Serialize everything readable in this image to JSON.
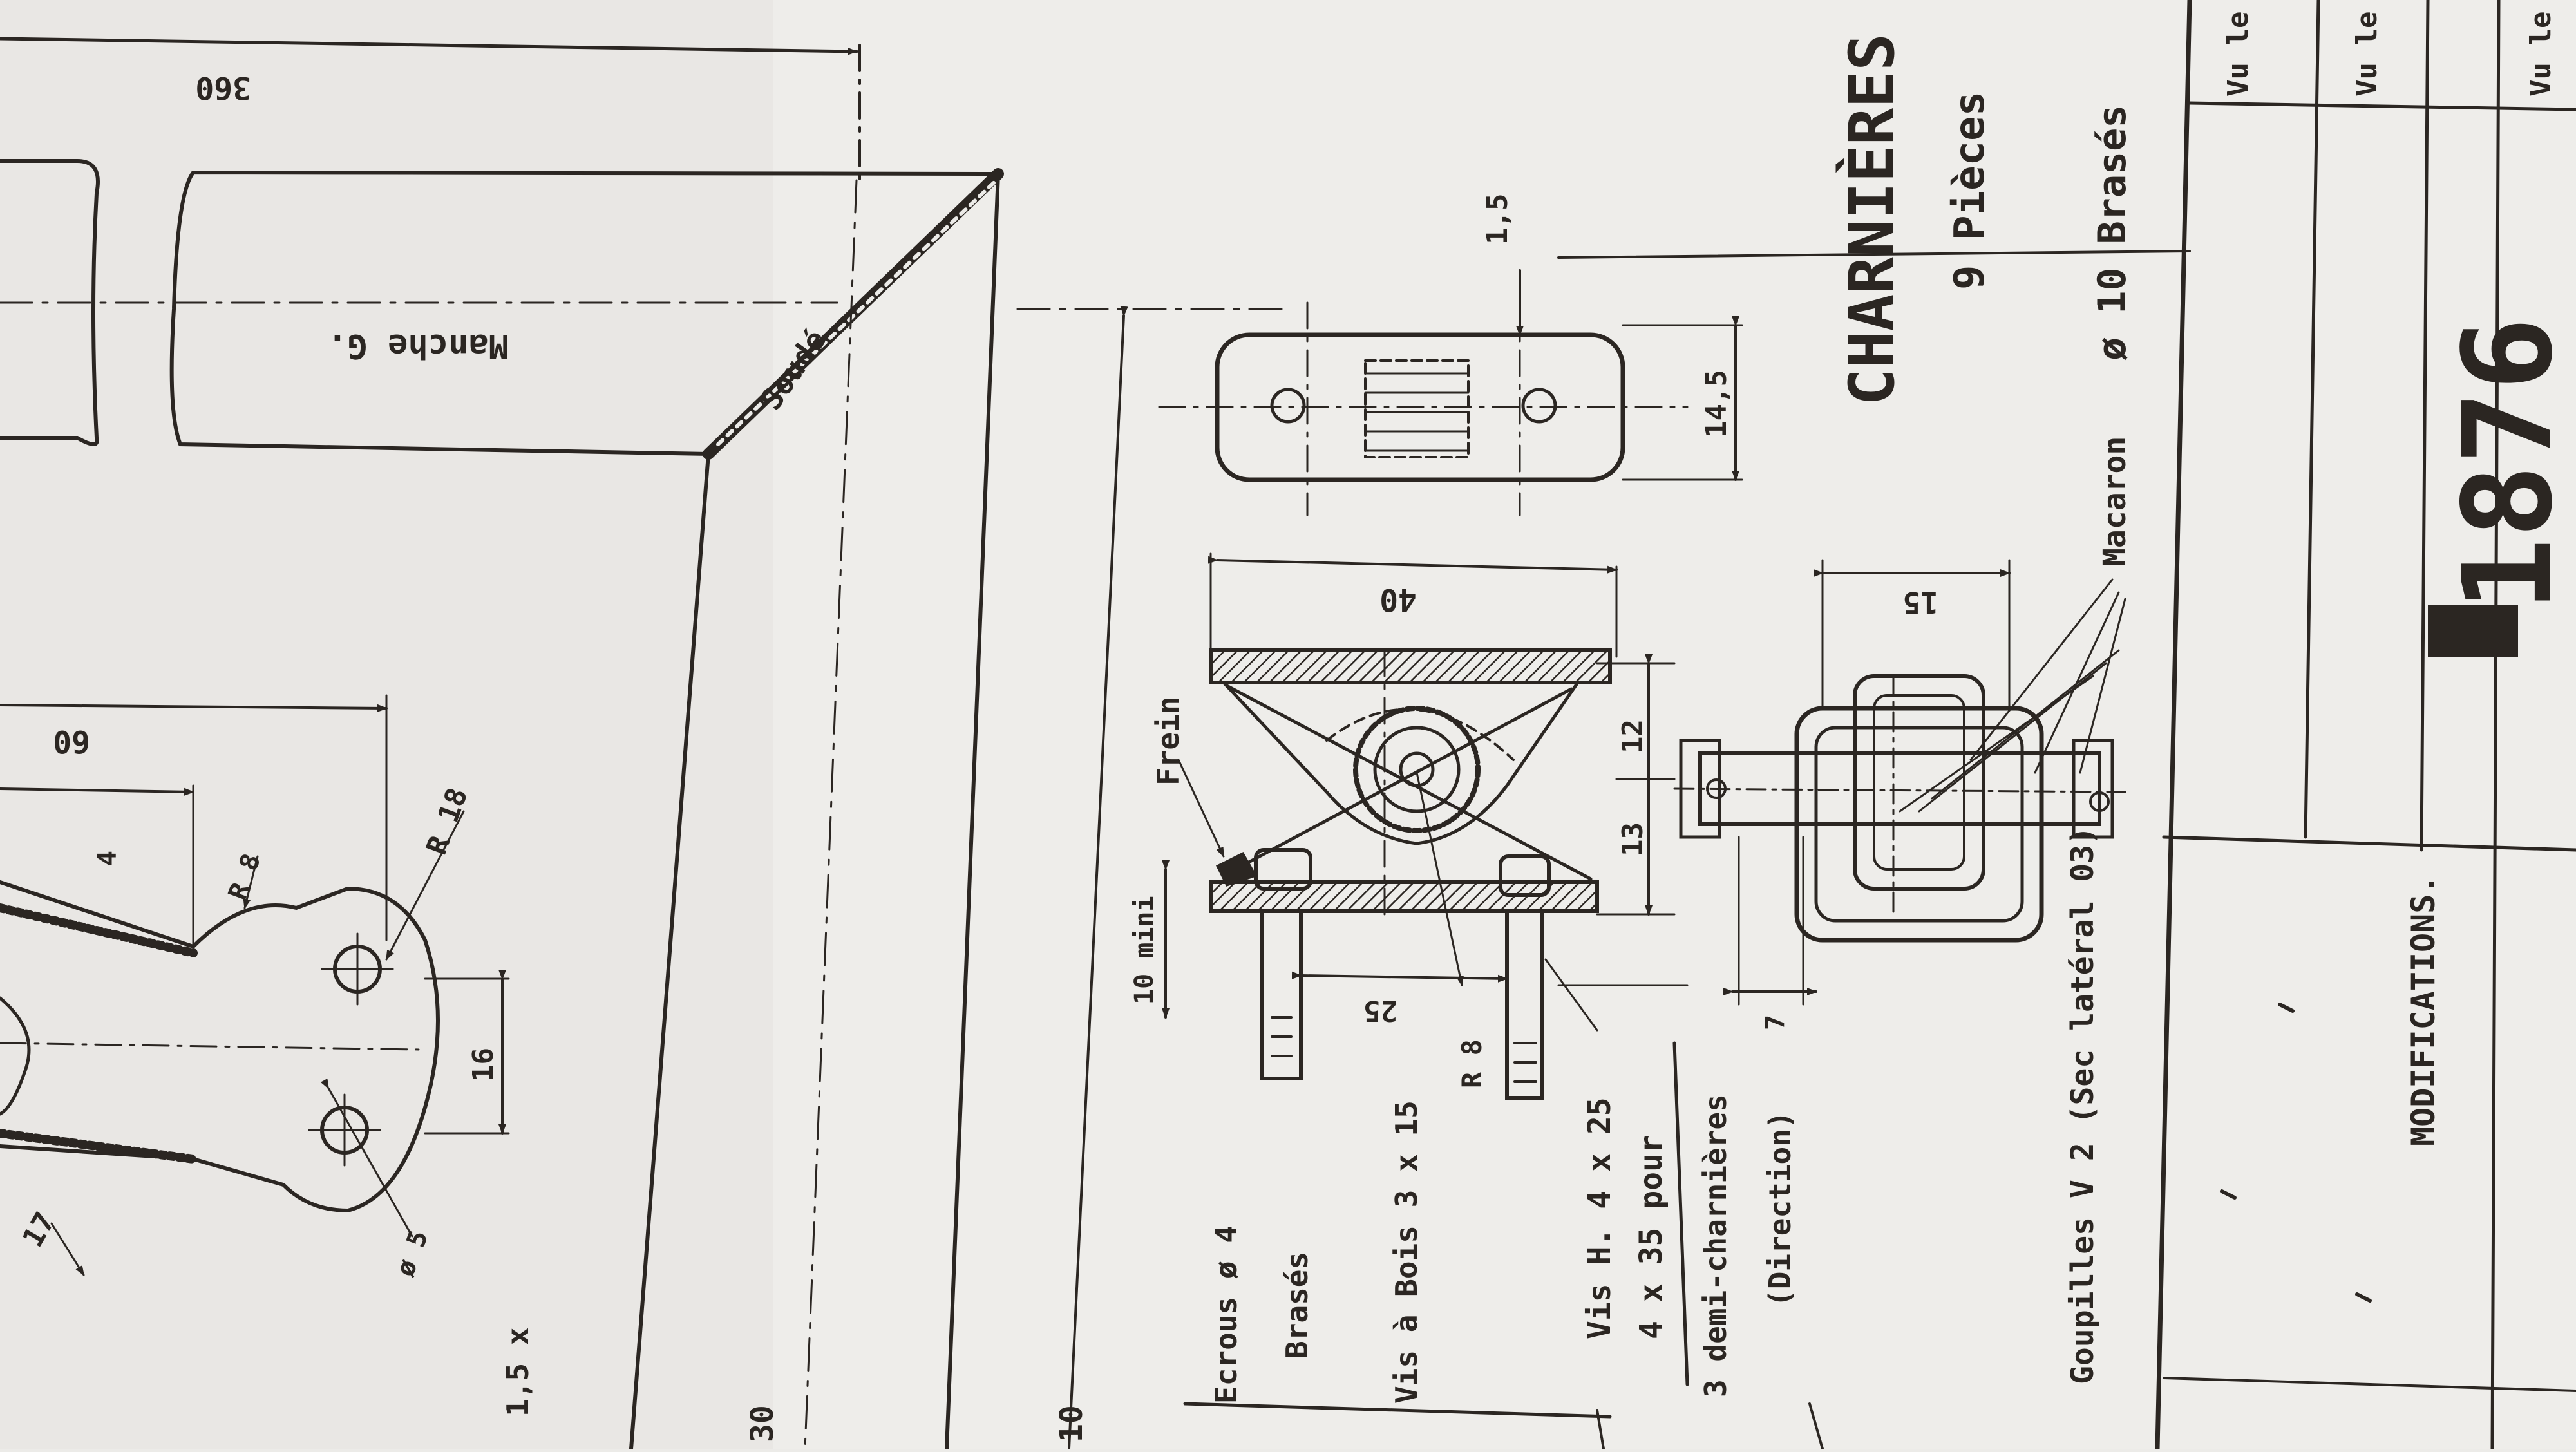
{
  "drawing": {
    "title": "CHARNIÈRES",
    "subtitle": "9 Pièces",
    "macaron_label": "Macaron",
    "macaron_spec": "ø 10 Brasés",
    "goupilles": "Goupilles V 2 (Sec latéral 03)",
    "vis_hex": "Vis H. 4 x 25",
    "vis_35_pour": "4 x 35 pour",
    "demi_charnieres": "3 demi-charnières",
    "direction": "(Direction)",
    "ecrous": "Ecrous ø 4",
    "brases": "Brasés",
    "vis_a_bois": "Vis à Bois 3 x 15",
    "frein": "Frein",
    "soude": "Soudé",
    "manche": "Manche G.",
    "modifications": "MODIFICATIONS.",
    "drawing_number": "1876",
    "vu_le_1": "Vu le",
    "vu_le_2": "Vu le",
    "vu_le_3": "Vu le",
    "r8_note": "R 8",
    "thickness_note": "1,5 x",
    "dimensions": {
      "d360": "360",
      "d60": "60",
      "d40": "40",
      "d15": "15",
      "d14_5": "14,5",
      "d1_5": "1,5",
      "d12": "12",
      "d13": "13",
      "d25": "25",
      "d10_mini": "10 mini",
      "d4": "4",
      "d7": "7",
      "d16": "16",
      "r18": "R 18",
      "r8b": "R 8",
      "d5": "ø 5",
      "d10": "10",
      "d30": "30",
      "d17": "17"
    }
  }
}
